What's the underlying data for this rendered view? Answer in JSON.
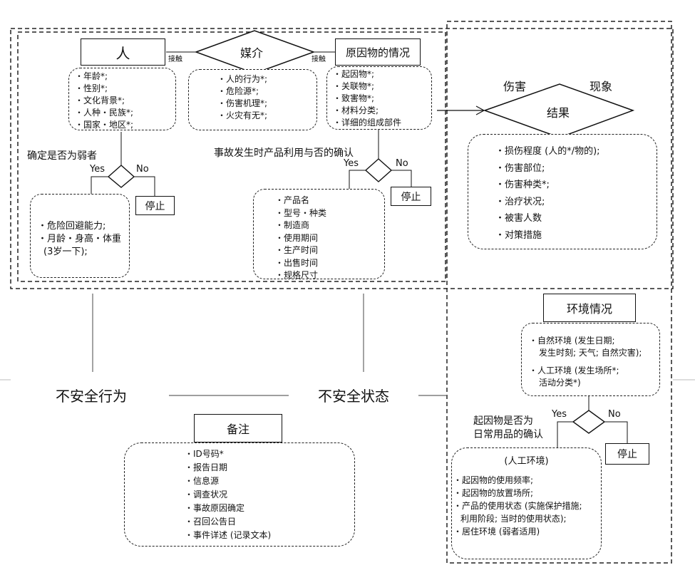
{
  "person": {
    "title": "人",
    "attributes": [
      "年龄*;",
      "性别*;",
      "文化背景*;",
      "人种・民族*;",
      "国家・地区*;"
    ]
  },
  "contact_left": "接触",
  "contact_right": "接触",
  "medium": {
    "title": "媒介",
    "attributes": [
      "人的行为*;",
      "危险源*;",
      "伤害机理*;",
      "火灾有无*;"
    ]
  },
  "cause": {
    "title": "原因物的情况",
    "attributes": [
      "起因物*;",
      "关联物*;",
      "致害物*;",
      "材料分类;",
      "详细的组成部件"
    ]
  },
  "vulnerable_check": {
    "question": "确定是否为弱者",
    "yes": "Yes",
    "no": "No",
    "stop": "停止",
    "details": [
      "危险回避能力;",
      "月龄・身高・体重",
      "(3岁一下);"
    ]
  },
  "product_check": {
    "question": "事故发生时产品利用与否的确认",
    "yes": "Yes",
    "no": "No",
    "stop": "停止",
    "details": [
      "产品名",
      "型号・种类",
      "制造商",
      "使用期间",
      "生产时间",
      "出售时间",
      "规格尺寸"
    ]
  },
  "result": {
    "harm": "伤害",
    "phenomenon": "现象",
    "title": "结果",
    "attributes": [
      "损伤程度 (人的*/物的);",
      "伤害部位;",
      "伤害种类*;",
      "治疗状况;",
      "被害人数",
      "对策措施"
    ]
  },
  "environment": {
    "title": "环境情况",
    "natural_1": "自然环境 (发生日期;",
    "natural_2": "发生时刻; 天气; 自然灾害);",
    "artificial_1": "人工环境 (发生场所*;",
    "artificial_2": "活动分类*)"
  },
  "daily_check": {
    "question_1": "起因物是否为",
    "question_2": "日常用品的确认",
    "yes": "Yes",
    "no": "No",
    "stop": "停止",
    "heading": "(人工环境)",
    "items": [
      "起因物的使用频率;",
      "起因物的放置场所;",
      "产品的使用状态 (实施保护措施;",
      "利用阶段; 当时的使用状态);",
      "居住环境 (弱者适用)"
    ]
  },
  "unsafe_behavior": "不安全行为",
  "unsafe_state": "不安全状态",
  "notes": {
    "title": "备注",
    "items": [
      "ID号码*",
      "报告日期",
      "信息源",
      "调查状况",
      "事故原因确定",
      "召回公告日",
      "事件详述 (记录文本)"
    ]
  }
}
